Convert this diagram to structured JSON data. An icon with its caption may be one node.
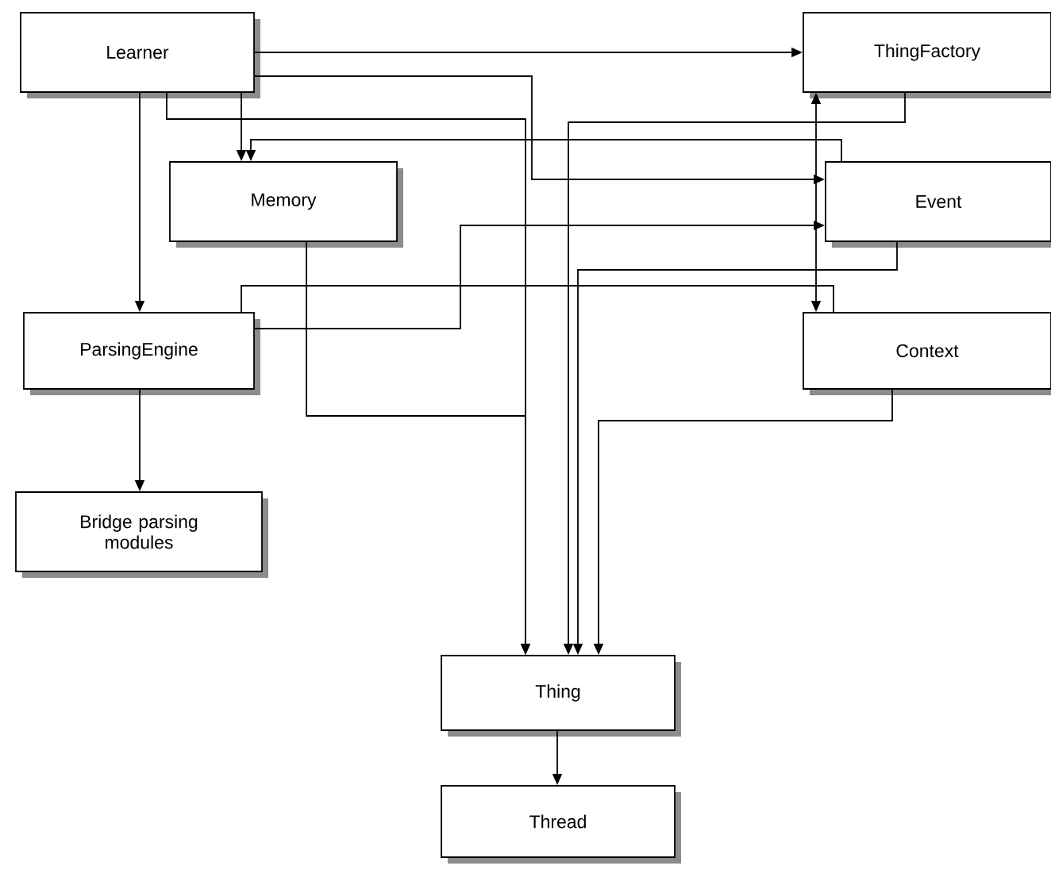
{
  "diagram": {
    "nodes": [
      {
        "text": [
          "Learner"
        ]
      },
      {
        "text": [
          "ThingFactory"
        ]
      },
      {
        "text": [
          "Memory"
        ]
      },
      {
        "text": [
          "Event"
        ]
      },
      {
        "text": [
          "ParsingEngine"
        ]
      },
      {
        "text": [
          "Context"
        ]
      },
      {
        "text": [
          "Bridge parsing modules"
        ]
      },
      {
        "text": [
          "Thing"
        ]
      },
      {
        "text": [
          "Thread"
        ]
      }
    ],
    "edges": [
      {
        "from": 0,
        "to": 1,
        "arrow": "to"
      },
      {
        "from": 0,
        "to": 3,
        "arrow": "to"
      },
      {
        "from": 0,
        "to": 2,
        "arrow": "to"
      },
      {
        "from": 0,
        "to": 4,
        "arrow": "to"
      },
      {
        "from": 0,
        "to": 7,
        "arrow": "to"
      },
      {
        "from": 3,
        "to": 2,
        "arrow": "to"
      },
      {
        "from": 1,
        "to": 5,
        "arrow": "both"
      },
      {
        "from": 4,
        "to": 3,
        "arrow": "to"
      },
      {
        "from": 4,
        "to": 5,
        "arrow": "none"
      },
      {
        "from": 2,
        "to": 7,
        "arrow": "to"
      },
      {
        "from": 1,
        "to": 7,
        "arrow": "to"
      },
      {
        "from": 3,
        "to": 7,
        "arrow": "to"
      },
      {
        "from": 5,
        "to": 7,
        "arrow": "to"
      },
      {
        "from": 4,
        "to": 6,
        "arrow": "to"
      },
      {
        "from": 7,
        "to": 8,
        "arrow": "to"
      }
    ]
  }
}
